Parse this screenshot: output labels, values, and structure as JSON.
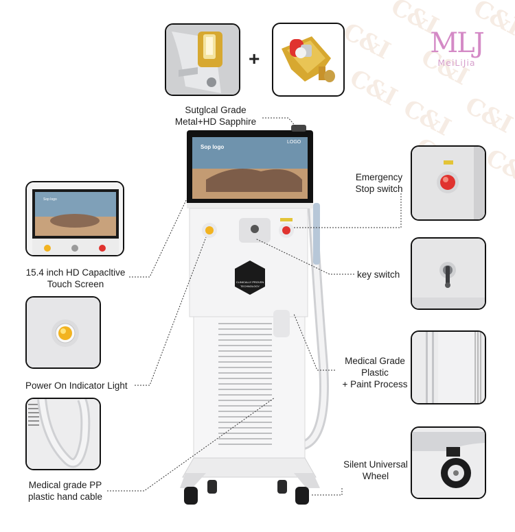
{
  "brand": {
    "mark": "MLJ",
    "name": "MeiLiJia"
  },
  "watermark_text": "C&I",
  "plus_sign": "+",
  "screen": {
    "title": "Sop logo",
    "logo": "LOGO"
  },
  "badge": {
    "line1": "CLINICALLY PROVEN",
    "line2": "TECHNOLOGY"
  },
  "callouts": {
    "sapphire": [
      "Sutglcal Grade",
      "Metal+HD Sapphire"
    ],
    "emergency": [
      "Emergency",
      "Stop switch"
    ],
    "touch": [
      "15.4 inch HD Capacltive",
      "Touch Screen"
    ],
    "key": [
      "key switch"
    ],
    "power": [
      "Power On Indicator Light"
    ],
    "plastic": [
      "Medical Grade",
      "Plastic",
      "+ Paint Process"
    ],
    "cable": [
      "Medical grade PP",
      "plastic hand cable"
    ],
    "wheel": [
      "Silent Universal",
      "Wheel"
    ]
  },
  "colors": {
    "accent": "#d48ac6",
    "indicator": "#f2b320",
    "emergency": "#e0332f",
    "gold": "#d7a830",
    "line": "#333333"
  },
  "icons": [
    "handpiece-gold-icon",
    "gold-tip-icon",
    "emergency-button-icon",
    "key-switch-icon",
    "power-light-icon",
    "wheel-icon"
  ]
}
